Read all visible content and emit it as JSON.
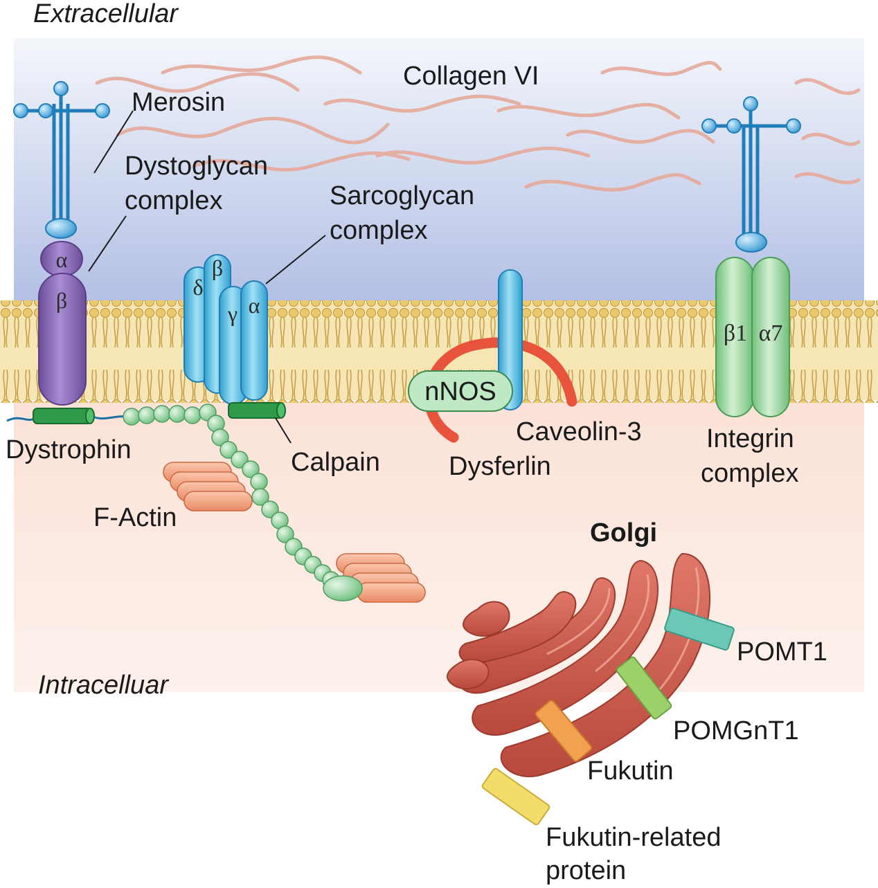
{
  "regions": {
    "extracellular": "Extracellular",
    "intracellular": "Intracelluar"
  },
  "labels": {
    "collagen": "Collagen VI",
    "merosin": "Merosin",
    "dystroglycan_1": "Dystoglycan",
    "dystroglycan_2": "complex",
    "sarcoglycan_1": "Sarcoglycan",
    "sarcoglycan_2": "complex",
    "dystrophin": "Dystrophin",
    "calpain": "Calpain",
    "f_actin": "F-Actin",
    "nnos": "nNOS",
    "caveolin": "Caveolin-3",
    "dysferlin": "Dysferlin",
    "integrin_1": "Integrin",
    "integrin_2": "complex",
    "golgi": "Golgi",
    "pomt1": "POMT1",
    "pomgnt1": "POMGnT1",
    "fukutin": "Fukutin",
    "frp_1": "Fukutin-related",
    "frp_2": "protein"
  },
  "subunits": {
    "dg_alpha": "α",
    "dg_beta": "β",
    "sg_delta": "δ",
    "sg_beta": "β",
    "sg_gamma": "γ",
    "sg_alpha": "α",
    "int_beta1": "β1",
    "int_alpha7": "α7"
  },
  "colors": {
    "extracellular_top": "#e6ebf6",
    "extracellular_bottom": "#b7c3e6",
    "intracellular": "#fbe6dc",
    "lipid_head": "#e9c56a",
    "lipid_tail": "#c9a24a",
    "merosin_blue": "#2f8fc9",
    "dystroglycan_purple": "#8b6bb5",
    "sarcoglycan_cyan": "#5ec3e6",
    "dystrophin_green": "#2e9a4a",
    "actin_salmon": "#f2a07e",
    "beads_green": "#9ad7a4",
    "dysferlin_red": "#e8533c",
    "integrin_green": "#a8dcaa",
    "collagen_pink": "#e9a798",
    "golgi_red": "#d2685a",
    "pomt1_teal": "#6cc7b6",
    "pomgnt1_green": "#9bd06b",
    "fukutin_orange": "#f2a14e",
    "frp_yellow": "#f4dc6a"
  }
}
